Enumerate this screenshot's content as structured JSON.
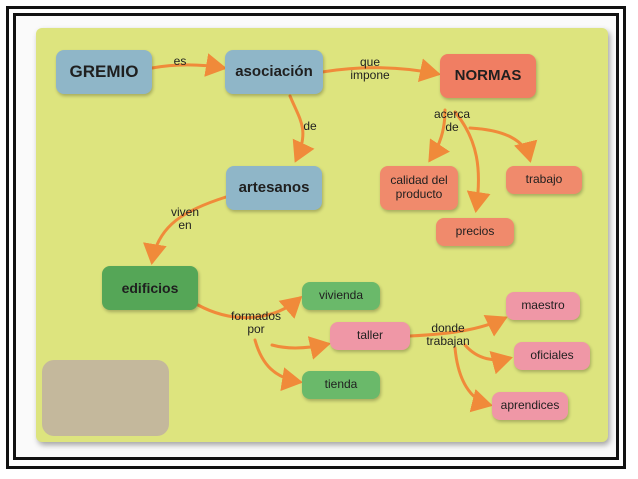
{
  "nodes": {
    "gremio": "GREMIO",
    "asociacion": "asociación",
    "normas": "NORMAS",
    "artesanos": "artesanos",
    "calidad": "calidad del producto",
    "trabajo": "trabajo",
    "precios": "precios",
    "edificios": "edificios",
    "vivienda": "vivienda",
    "taller": "taller",
    "tienda": "tienda",
    "maestro": "maestro",
    "oficiales": "oficiales",
    "aprendices": "aprendices"
  },
  "links": {
    "es": "es",
    "que_impone": "que\nimpone",
    "de": "de",
    "acerca_de": "acerca\nde",
    "viven_en": "viven\nen",
    "formados_por": "formados\npor",
    "donde_trabajan": "donde\ntrabajan"
  },
  "colors": {
    "board": "#dde47e",
    "arrow": "#f08a3a",
    "blue": "#8fb6c8",
    "salmon": "#f07e63",
    "green": "#55a657",
    "pink": "#ef97a6"
  }
}
